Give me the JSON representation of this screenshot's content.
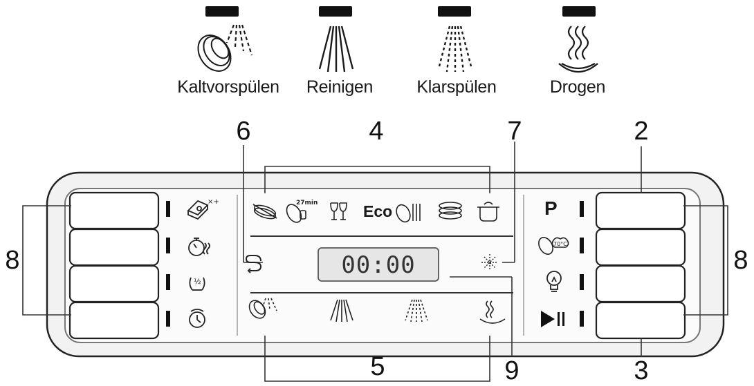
{
  "phases": [
    {
      "label": "Kaltvorspülen",
      "icon": "cold-prewash-icon"
    },
    {
      "label": "Reinigen",
      "icon": "wash-spray-icon"
    },
    {
      "label": "Klarspülen",
      "icon": "rinse-spray-icon"
    },
    {
      "label": "Drogen",
      "icon": "drying-steam-icon"
    }
  ],
  "callouts": {
    "c2": "2",
    "c3": "3",
    "c4": "4",
    "c5": "5",
    "c6": "6",
    "c7": "7",
    "c8_left": "8",
    "c8_right": "8",
    "c9": "9"
  },
  "panel": {
    "display_time": "00:00",
    "eco_label": "Eco",
    "program_key": "P",
    "left_icons": [
      "tablet-icon",
      "half-stopwatch-icon",
      "half-load-icon",
      "delay-timer-icon"
    ],
    "right_icons": [
      "program-icon",
      "hot-steam-icon",
      "light-bulb-icon",
      "play-pause-icon"
    ],
    "program_icons": [
      "intensive-icon",
      "quick-27min-icon",
      "glass-icon",
      "eco-icon",
      "cutlery-icon",
      "plates-icon",
      "pot-icon"
    ],
    "phase_icons": [
      "cold-prewash-icon",
      "wash-spray-icon",
      "rinse-spray-icon",
      "drying-steam-icon"
    ]
  },
  "colors": {
    "panel_fill": "#f4f4f4",
    "display_fill": "#e6e6e6",
    "line": "#111111"
  }
}
